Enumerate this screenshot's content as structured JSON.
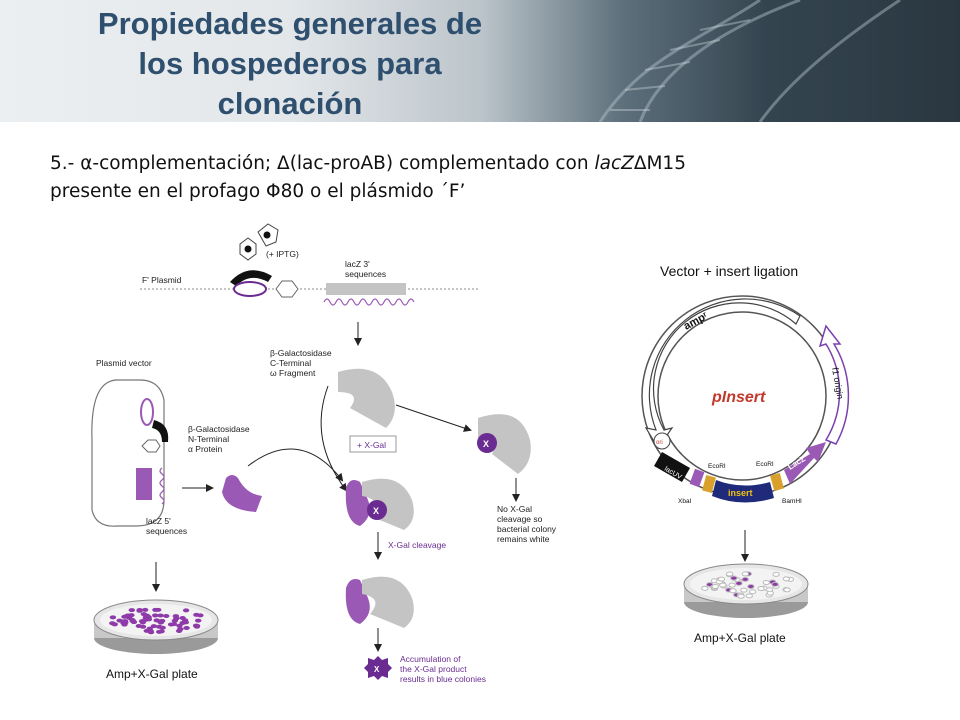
{
  "slide": {
    "title_lines": [
      "Propiedades generales de",
      "los hospederos para",
      "clonación"
    ],
    "body": {
      "line1_a": "5.- α-complementación; Δ(lac-proAB) complementado con ",
      "line1_b": "lacZ",
      "line1_c": "ΔM15",
      "line2": "presente en el profago Φ80 o el plásmido ´F’"
    }
  },
  "left_figure": {
    "f_plasmid_label": "F' Plasmid",
    "iptg_label": "(+ IPTG)",
    "lacz3_lines": [
      "lacZ 3'",
      "sequences"
    ],
    "c_terminal_lines": [
      "β-Galactosidase",
      "C-Terminal",
      "ω Fragment"
    ],
    "plasmid_vector_label": "Plasmid vector",
    "n_terminal_lines": [
      "β-Galactosidase",
      "N-Terminal",
      "α Protein"
    ],
    "lacz5_lines": [
      "lacZ 5'",
      "sequences"
    ],
    "xgal_box_label": "+ X-Gal",
    "x_letter": "X",
    "no_cleavage_lines": [
      "No X-Gal",
      "cleavage so",
      "bacterial colony",
      "remains white"
    ],
    "cleavage_label": "X-Gal cleavage",
    "accumulation_lines": [
      "Accumulation of",
      "the X-Gal product",
      "results in blue colonies"
    ],
    "plate_label": "Amp+X-Gal plate"
  },
  "right_figure": {
    "title": "Vector + insert ligation",
    "plasmid_name": "pInsert",
    "ampr_label": "ampʳ",
    "f1_label": "f1 origin",
    "ori_label": "ori",
    "lacuv_label": "lacUV",
    "ecori_1": "EcoRI",
    "ecori_2": "EcoRI",
    "insert_label": "insert",
    "lacz_label": "LacZ",
    "xbal_label": "XbaI",
    "bamhi_label": "BamHI",
    "plate_label": "Amp+X-Gal plate"
  },
  "colors": {
    "title": "#2f4f6f",
    "purple": "#9b59b6",
    "dark_purple": "#6a2c91",
    "navy": "#1f2a7a",
    "gold": "#d9a12b",
    "gray": "#c4c4c4"
  }
}
